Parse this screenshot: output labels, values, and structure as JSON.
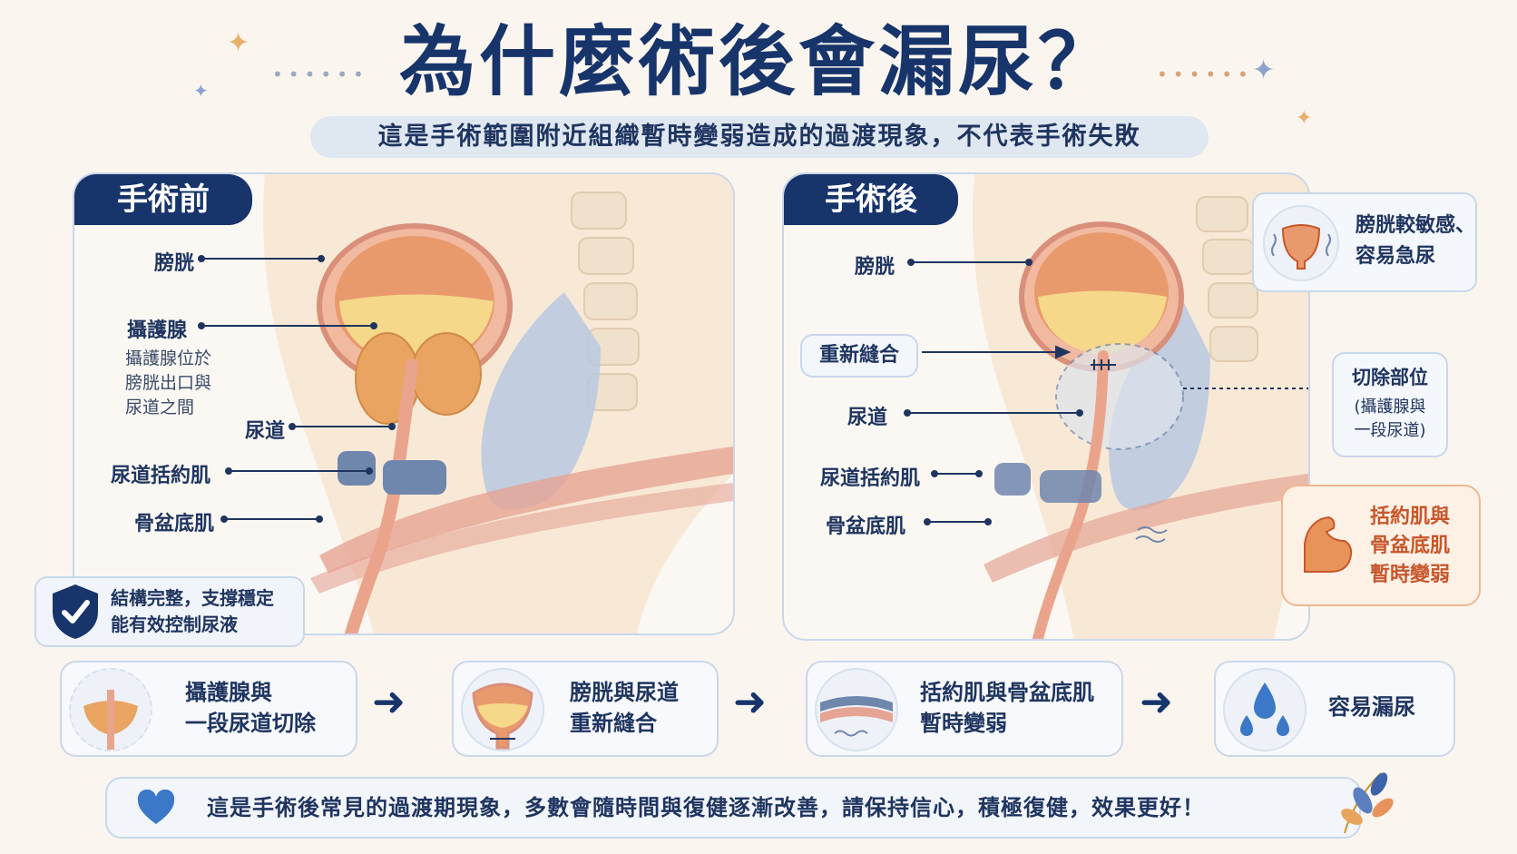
{
  "header": {
    "title": "為什麼術後會漏尿？",
    "subtitle": "這是手術範圍附近組織暫時變弱造成的過渡現象，不代表手術失敗"
  },
  "before": {
    "tab": "手術前",
    "labels": {
      "bladder": "膀胱",
      "prostate": "攝護腺",
      "prostate_note": [
        "攝護腺位於",
        "膀胱出口與",
        "尿道之間"
      ],
      "urethra": "尿道",
      "sphincter": "尿道括約肌",
      "pelvic_floor": "骨盆底肌"
    },
    "badge": [
      "結構完整，支撐穩定",
      "能有效控制尿液"
    ]
  },
  "after": {
    "tab": "手術後",
    "labels": {
      "bladder": "膀胱",
      "suture": "重新縫合",
      "urethra": "尿道",
      "sphincter": "尿道括約肌",
      "pelvic_floor": "骨盆底肌"
    },
    "callouts": {
      "sensitive": [
        "膀胱較敏感、",
        "容易急尿"
      ],
      "removed": [
        "切除部位",
        "(攝護腺與",
        "一段尿道)"
      ],
      "weak": [
        "括約肌與",
        "骨盆底肌",
        "暫時變弱"
      ]
    }
  },
  "flow": [
    {
      "lines": [
        "攝護腺與",
        "一段尿道切除"
      ]
    },
    {
      "lines": [
        "膀胱與尿道",
        "重新縫合"
      ]
    },
    {
      "lines": [
        "括約肌與骨盆底肌",
        "暫時變弱"
      ]
    },
    {
      "lines": [
        "容易漏尿"
      ]
    }
  ],
  "footer": {
    "text": "這是手術後常見的過渡期現象，多數會隨時間與復健逐漸改善，請保持信心，積極復健，效果更好！"
  },
  "colors": {
    "navy": "#17346b",
    "bladder": "#e99a6c",
    "urine": "#f5d88a",
    "muscle": "#e6a494",
    "sphincter": "#6f86ad",
    "accent_orange": "#c8562a"
  }
}
